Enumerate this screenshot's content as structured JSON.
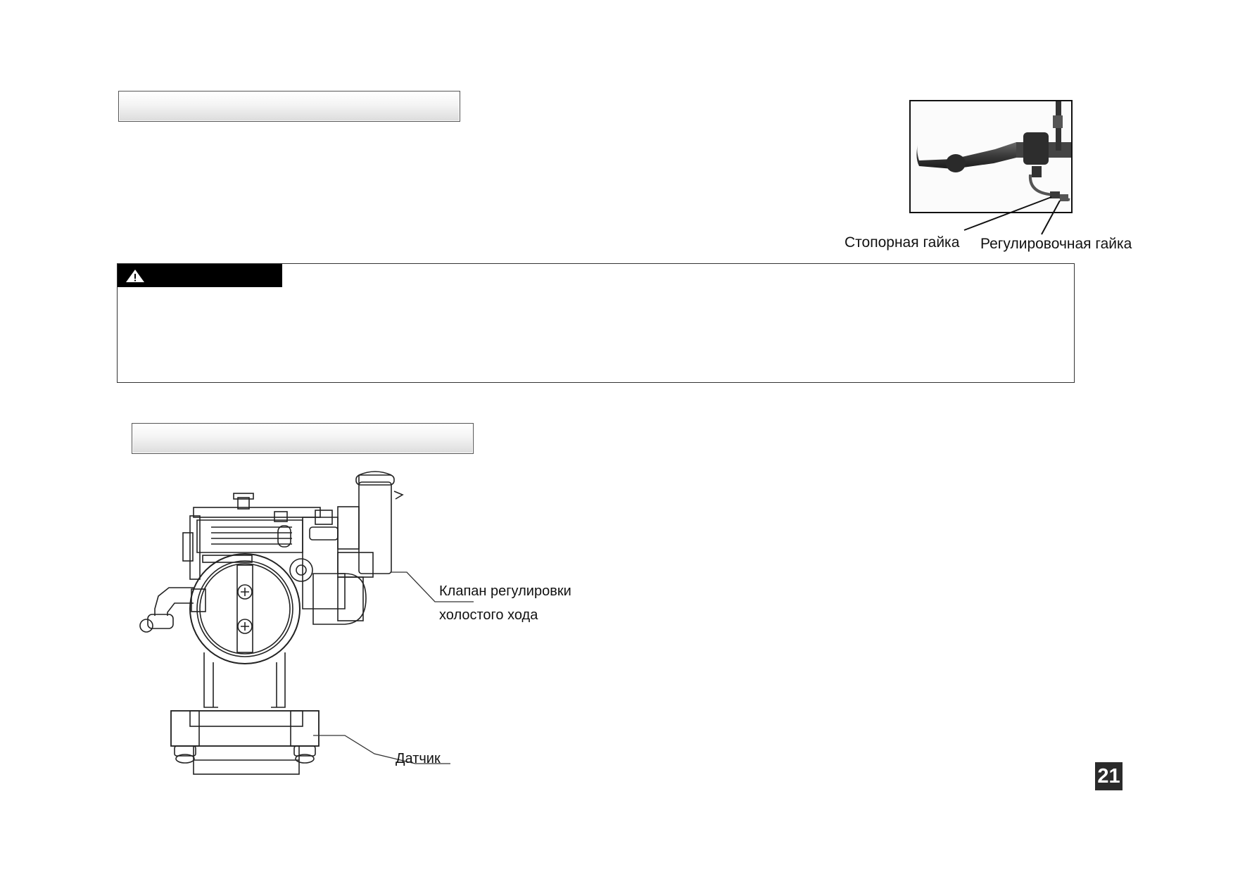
{
  "section1": {
    "title": ""
  },
  "section2": {
    "title": ""
  },
  "warning": {
    "title": "",
    "text": "",
    "icon": "warning-triangle-icon"
  },
  "callouts": {
    "lock_nut": "Стопорная гайка",
    "adjust_nut": "Регулировочная гайка",
    "idle_valve_line1": "Клапан регулировки",
    "idle_valve_line2": "холостого хода",
    "sensor": "Датчик"
  },
  "page": {
    "number": "21"
  }
}
